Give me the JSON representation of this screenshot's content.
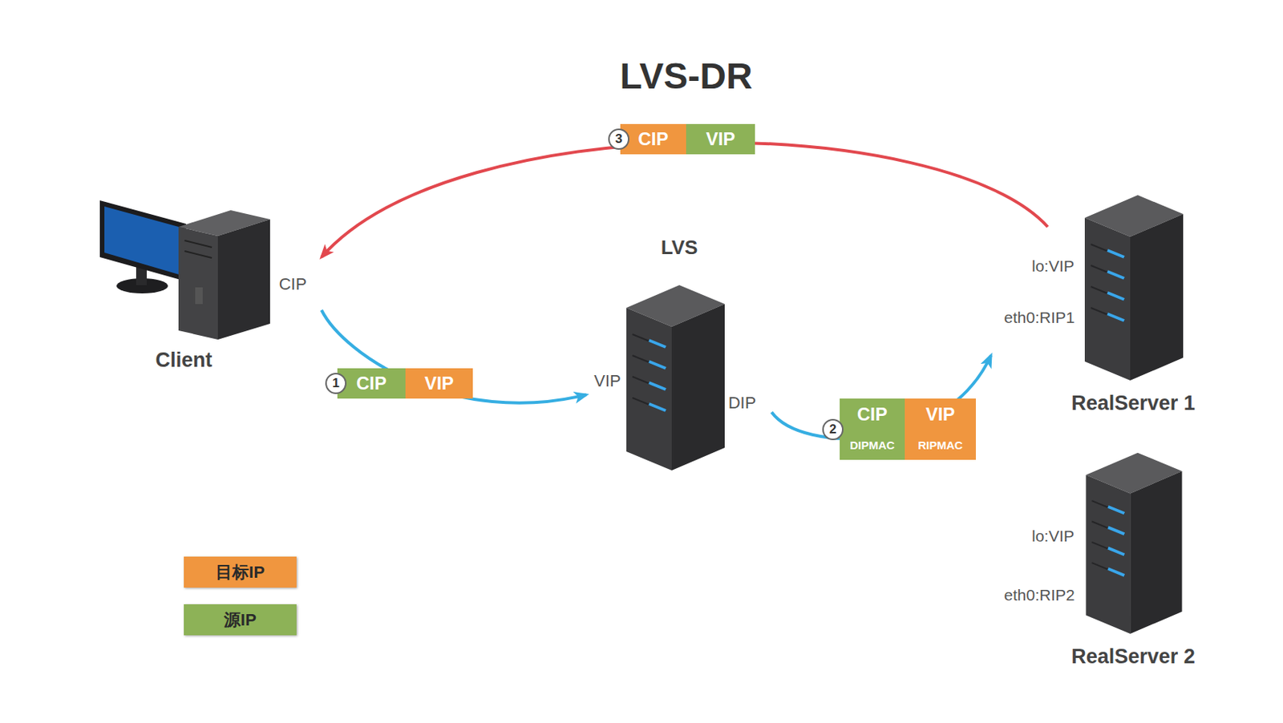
{
  "diagram": {
    "title": "LVS-DR",
    "nodes": [
      {
        "text": [
          "Client",
          "CIP"
        ]
      },
      {
        "text": [
          "LVS",
          "VIP",
          "DIP"
        ]
      },
      {
        "text": [
          "lo:VIP",
          "eth0:RIP1",
          "RealServer 1"
        ]
      },
      {
        "text": [
          "lo:VIP",
          "eth0:RIP2",
          "RealServer 2"
        ]
      }
    ],
    "edges": [
      {
        "from": 0,
        "to": 1,
        "arrow": "to"
      },
      {
        "from": 1,
        "to": 2,
        "arrow": "to"
      },
      {
        "from": 2,
        "to": 0,
        "arrow": "to"
      }
    ],
    "labels": [
      "1",
      "CIP",
      "VIP",
      "2",
      "CIP",
      "VIP",
      "DIPMAC",
      "RIPMAC",
      "3",
      "CIP",
      "VIP"
    ],
    "legend": [
      {
        "text": "目标IP",
        "color": "#f0963f"
      },
      {
        "text": "源IP",
        "color": "#8db257"
      }
    ]
  }
}
